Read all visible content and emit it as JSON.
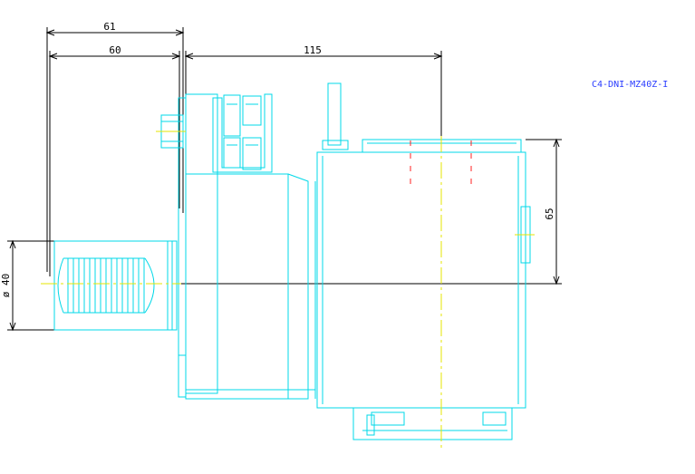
{
  "part_label": "C4-DNI-MZ40Z-I",
  "dimensions": {
    "top_overall": "61",
    "top_inner": "60",
    "top_right": "115",
    "right_vertical": "65",
    "left_diameter": "ø 40"
  },
  "colors": {
    "outline": "#00d8e8",
    "dimension": "#000000",
    "centerline": "#e6e600",
    "hidden": "#ff2020",
    "label": "#2a3cff",
    "background": "#ffffff"
  }
}
